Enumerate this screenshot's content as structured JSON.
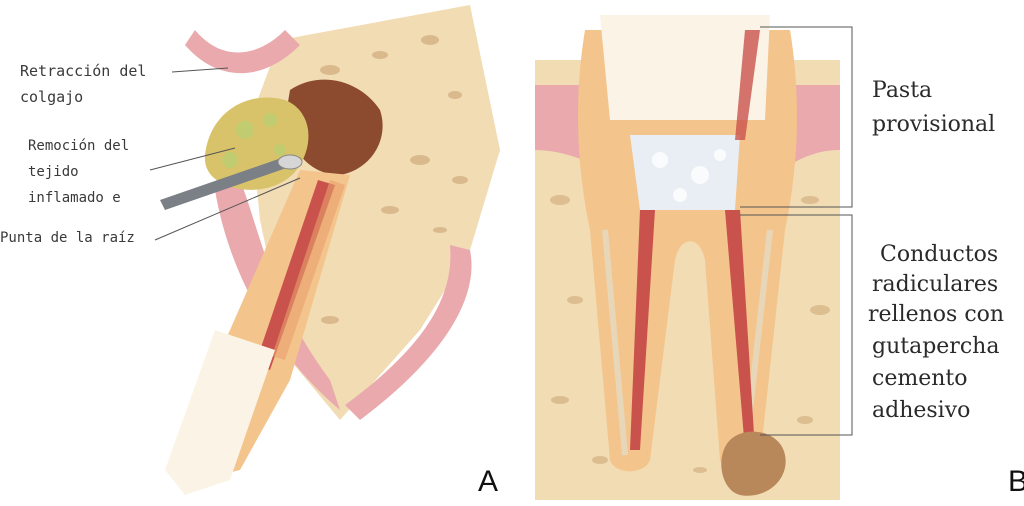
{
  "panel_a": {
    "letter": "A",
    "labels": {
      "retraction_line1": "Retracción del",
      "retraction_line2": "colgajo",
      "removal_line1": "Remoción del",
      "removal_line2": "tejido",
      "removal_line3": "inflamado e",
      "root_tip": "Punta de la raíz"
    }
  },
  "panel_b": {
    "letter": "B",
    "labels": {
      "paste_line1": "Pasta",
      "paste_line2": "provisional",
      "canals_line1": "Conductos",
      "canals_line2": "radiculares",
      "canals_line3": "rellenos con",
      "canals_line4": "gutapercha",
      "canals_line5": "cemento",
      "canals_line6": "adhesivo"
    }
  },
  "colors": {
    "bone": "#f1dcb4",
    "bone_pores": "#c99f6e",
    "gum": "#e9a9ad",
    "dentin": "#f4c48d",
    "enamel": "#fbf4e6",
    "pulp": "#c9534c",
    "lesion": "#b9885a",
    "inflamed_tissue": "#d8c36a"
  }
}
